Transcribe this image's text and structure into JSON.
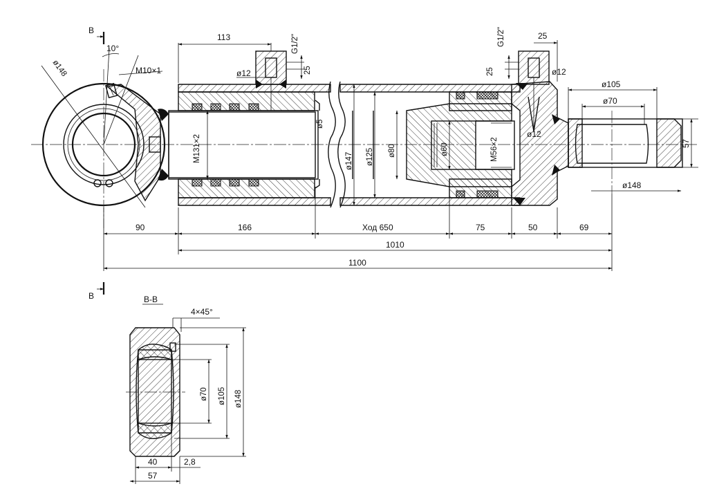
{
  "section": {
    "view_marker": "B",
    "section_title": "B-B"
  },
  "dims_main": {
    "d113": "113",
    "g12_left": "G1/2\"",
    "g12_right": "G1/2\"",
    "d25_top": "25",
    "d25_left_v": "25",
    "d25_right_v": "25",
    "phi12_left": "ø12",
    "phi12_right": "ø12",
    "phi12_inner": "ø12",
    "angle10": "10°",
    "m10": "M10×1",
    "phi148_eye": "ø148",
    "m131": "M131×2",
    "phi5": "ø5",
    "phi147": "ø147",
    "phi125": "ø125",
    "phi80": "ø80",
    "phi60": "ø60",
    "m56": "M56×2",
    "phi105_top": "ø105",
    "phi70_top": "ø70",
    "d57_right": "57",
    "phi148_right": "ø148",
    "d90": "90",
    "d166": "166",
    "stroke": "Ход 650",
    "d75": "75",
    "d50": "50",
    "d69": "69",
    "d1010": "1010",
    "d1100": "1100"
  },
  "dims_section": {
    "chamfer": "4×45°",
    "phi70": "ø70",
    "phi105": "ø105",
    "phi148": "ø148",
    "d40": "40",
    "d2_8": "2,8",
    "d57": "57"
  }
}
